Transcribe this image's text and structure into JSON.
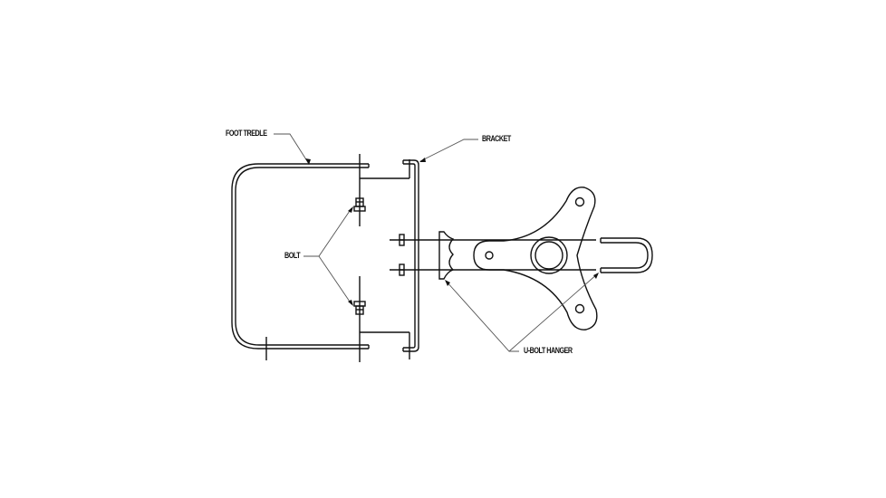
{
  "diagram": {
    "type": "technical line drawing",
    "background": "#ffffff",
    "line_color": "#111111",
    "labels": {
      "foot_treadle": "FOOT TREDLE",
      "bracket": "BRACKET",
      "bolt": "BOLT",
      "u_bolt_hanger": "U-BOLT HANGER"
    },
    "components": [
      {
        "name": "foot-treadle",
        "description": "Rounded U-shaped tube loop (open on the right)"
      },
      {
        "name": "bracket",
        "description": "Vertical channel plate with bent flanges"
      },
      {
        "name": "bolts",
        "description": "Two bolts with nuts on the centerline posts"
      },
      {
        "name": "u-bolt-hanger",
        "description": "Three-lobed hanger plate with U-bolt and center hub"
      }
    ]
  }
}
